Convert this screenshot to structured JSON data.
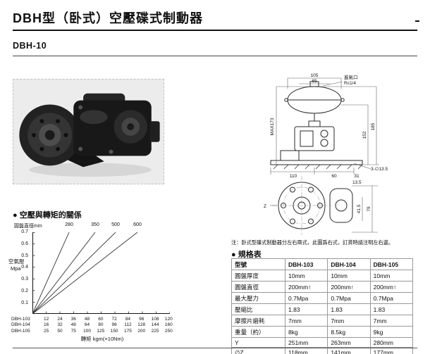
{
  "page": {
    "title": "DBH型（卧式）空壓碟式制動器",
    "model": "DBH-10"
  },
  "drawing": {
    "air_inlet": "進氣口",
    "thread": "Rc1/4",
    "d105": "105",
    "d65": "65",
    "max173": "MAX173",
    "d152": "152",
    "d185": "185",
    "d110": "110",
    "d60": "60",
    "d31": "31",
    "holes": "3-∅13.5",
    "d13_5": "13.5",
    "d41_5": "41.5",
    "d79": "79",
    "z": "Z"
  },
  "note": "注：卧式型碟式制動器分左右兩式，此圖爲右式，訂貨時請注明左右邊。",
  "chart": {
    "heading": "● 空壓與轉矩的關係",
    "disc_label": "圓盤直徑mm",
    "disc_values": [
      "280",
      "350",
      "500",
      "600"
    ],
    "y_label_1": "空氣壓",
    "y_label_2": "Mpa",
    "y_ticks": [
      "0.7",
      "0.6",
      "0.5",
      "0.4",
      "0.3",
      "0.2",
      "0.1"
    ],
    "x_label": "轉矩 kgm(×10Nm)",
    "x_rows": [
      {
        "label": "DBH-103",
        "values": [
          "12",
          "24",
          "36",
          "48",
          "60",
          "72",
          "84",
          "96",
          "108",
          "120"
        ]
      },
      {
        "label": "DBH-104",
        "values": [
          "16",
          "32",
          "48",
          "64",
          "80",
          "96",
          "112",
          "128",
          "144",
          "160"
        ]
      },
      {
        "label": "DBH-105",
        "values": [
          "25",
          "50",
          "75",
          "100",
          "125",
          "150",
          "175",
          "200",
          "225",
          "250"
        ]
      }
    ]
  },
  "chart_data": {
    "type": "line",
    "title": "空壓與轉矩的關係",
    "xlabel": "轉矩 kgm(×10Nm)",
    "ylabel": "空氣壓 Mpa",
    "ylim": [
      0,
      0.7
    ],
    "legend_position": "top",
    "grid": false,
    "x_scales": {
      "DBH-103": [
        12,
        24,
        36,
        48,
        60,
        72,
        84,
        96,
        108,
        120
      ],
      "DBH-104": [
        16,
        32,
        48,
        64,
        80,
        96,
        112,
        128,
        144,
        160
      ],
      "DBH-105": [
        25,
        50,
        75,
        100,
        125,
        150,
        175,
        200,
        225,
        250
      ]
    },
    "series_x_units": "kgm(×10Nm), DBH-103 scale (estimated)",
    "series": [
      {
        "name": "圓盤直徑 280mm",
        "points": [
          [
            0,
            0
          ],
          [
            33,
            0.7
          ]
        ]
      },
      {
        "name": "圓盤直徑 350mm",
        "points": [
          [
            0,
            0
          ],
          [
            55,
            0.7
          ]
        ]
      },
      {
        "name": "圓盤直徑 500mm",
        "points": [
          [
            0,
            0
          ],
          [
            73,
            0.7
          ]
        ]
      },
      {
        "name": "圓盤直徑 600mm",
        "points": [
          [
            0,
            0
          ],
          [
            92,
            0.7
          ]
        ]
      }
    ]
  },
  "spec_table": {
    "heading": "● 規格表",
    "header": {
      "model": "型號",
      "m1": "DBH-103",
      "m2": "DBH-104",
      "m3": "DBH-105"
    },
    "rows": [
      {
        "label": "圓盤厚度",
        "c1": "10mm",
        "c2": "10mm",
        "c3": "10mm"
      },
      {
        "label": "圓盤直徑",
        "c1": "200mm↑",
        "c2": "200mm↑",
        "c3": "200mm↑"
      },
      {
        "label": "最大壓力",
        "c1": "0.7Mpa",
        "c2": "0.7Mpa",
        "c3": "0.7Mpa"
      },
      {
        "label": "壓縮比",
        "c1": "1.83",
        "c2": "1.83",
        "c3": "1.83"
      },
      {
        "label": "摩擦片磨耗",
        "c1": "7mm",
        "c2": "7mm",
        "c3": "7mm"
      },
      {
        "label": "重量（約）",
        "c1": "8kg",
        "c2": "8.5kg",
        "c3": "9kg"
      },
      {
        "label": "Y",
        "c1": "251mm",
        "c2": "263mm",
        "c3": "280mm"
      },
      {
        "label": "∅Z",
        "c1": "118mm",
        "c2": "141mm",
        "c3": "177mm"
      }
    ]
  }
}
